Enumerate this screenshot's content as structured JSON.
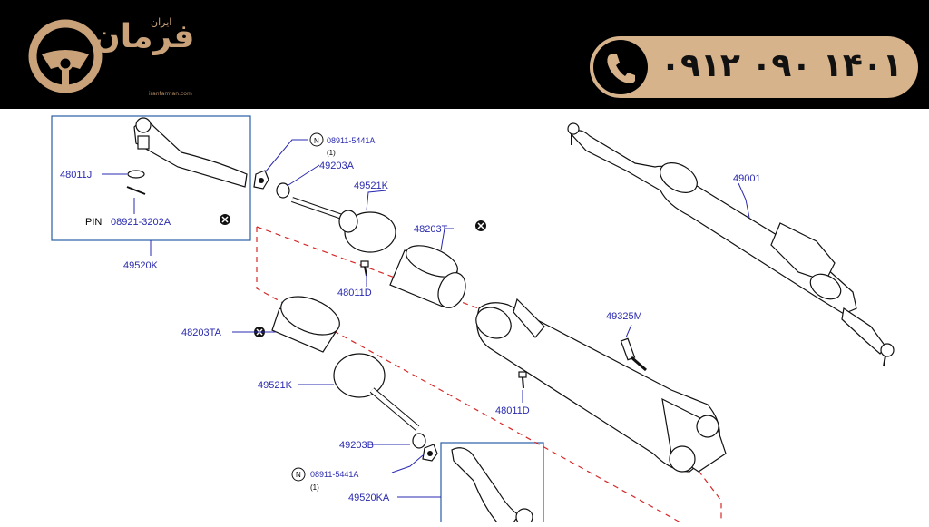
{
  "header": {
    "brand": "فرمان",
    "brand_sub": "ایران",
    "tagline": "iranfarman.com",
    "phone": "۰۹۱۲ ۰۹۰ ۱۴۰۱",
    "accent": "#d7b38c"
  },
  "diagram": {
    "labels": {
      "p48011j": "48011J",
      "pin_label": "PIN",
      "pin_code": "08921-3202A",
      "p49520k": "49520K",
      "n_top": "N",
      "p08911_top": "08911-5441A",
      "qty_top": "(1)",
      "p49203a": "49203A",
      "p49521k_top": "49521K",
      "p48203t": "48203T",
      "p48011d_top": "48011D",
      "p49001": "49001",
      "p49325m": "49325M",
      "p48203ta": "48203TA",
      "p48011d_bot": "48011D",
      "p49521k_bot": "49521K",
      "p49203b": "49203B",
      "n_bot": "N",
      "p08911_bot": "08911-5441A",
      "qty_bot": "(1)",
      "p49520ka": "49520KA"
    },
    "icons": [
      "phone-icon",
      "steering-wheel-icon",
      "not-sold-icon"
    ]
  }
}
